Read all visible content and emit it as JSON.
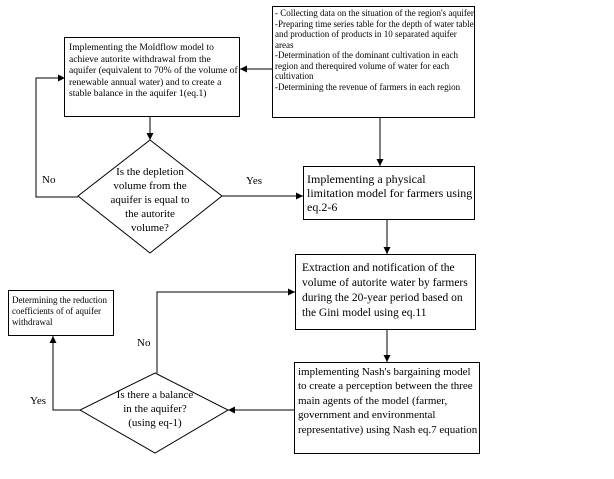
{
  "boxes": {
    "collect": "- Collecting data on the situation of the region's aquifer\n-Preparing time series table for the depth of water table and production of products in 10 separated aquifer areas\n-Determination of the dominant cultivation in each region and therequired  volume of water for each cultivation\n-Determining the revenue of farmers in each region",
    "moldflow": "Implementing the Moldflow model to achieve autorite withdrawal from the aquifer (equivalent to 70% of the volume of renewable annual water) and to create a stable balance in the aquifer 1(eq.1)",
    "physical": "Implementing a physical limitation model for farmers using eq.2-6",
    "extraction": "Extraction and notification of the volume of autorite water by farmers during the 20-year period based on the Gini model using eq.11",
    "nash": "implementing Nash's bargaining model to create a perception between the three main agents of the model (farmer, government and environmental representative) using Nash eq.7 equation",
    "coeff": "Determining the reduction coefficients of of aquifer withdrawal"
  },
  "decisions": {
    "depletion": "Is the depletion volume from the aquifer is equal to the autorite volume?",
    "balance": "Is there a balance in the aquifer? (using eq-1)"
  },
  "labels": {
    "no1": "No",
    "yes1": "Yes",
    "no2": "No",
    "yes2": "Yes"
  }
}
